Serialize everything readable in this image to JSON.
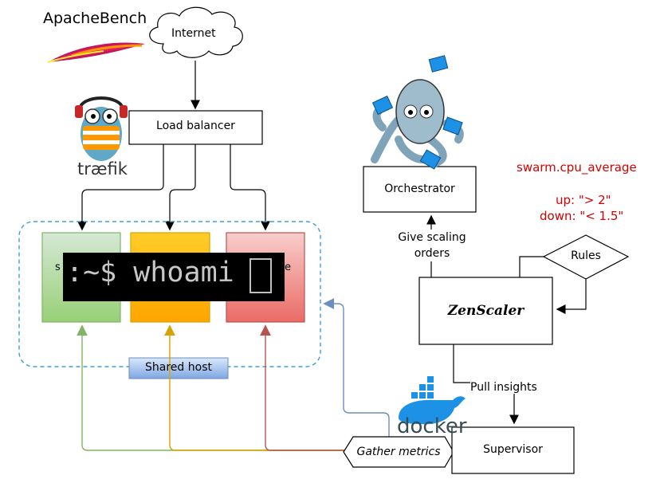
{
  "title": "ApacheBench",
  "internet": "Internet",
  "load_balancer": "Load balancer",
  "traefik": "træfik",
  "orchestrator": "Orchestrator",
  "scaling_orders": "Give scaling\norders",
  "rules": "Rules",
  "zenscaler": "ZenScaler",
  "pull_insights": "Pull insights",
  "supervisor": "Supervisor",
  "gather_metrics": "Gather metrics",
  "shared_host": "Shared host",
  "docker": "docker",
  "terminal": ":~$ whoami",
  "service_left_partial": "s",
  "service_right_partial": "e",
  "metric": {
    "name": "swarm.cpu_average",
    "up": "up: \"> 2\"",
    "down": "down: \"< 1.5\""
  },
  "colors": {
    "green_fill": "#a3d48c",
    "green_stroke": "#82b366",
    "yellow_fill": "#ffc000",
    "yellow_stroke": "#d6a400",
    "red_fill": "#f19c9c",
    "red_stroke": "#b85450",
    "blue_dash": "#3a9ee8",
    "shared_host_fill": "#cfe0f7",
    "metric_red": "#d40000"
  }
}
